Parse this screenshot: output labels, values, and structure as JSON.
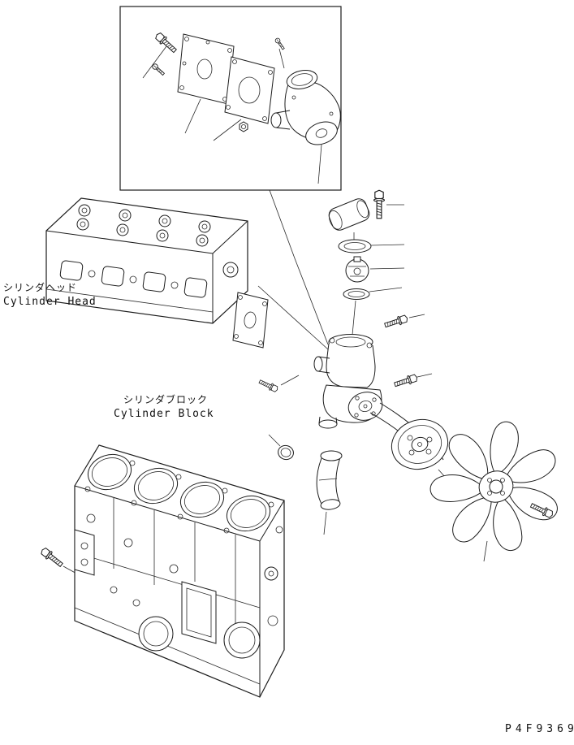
{
  "page": {
    "background": "#ffffff",
    "ink": "#1c1c1c",
    "part_code": "P4F9369"
  },
  "labels": {
    "cylinder_head_jp": "シリンダヘッド",
    "cylinder_head_en": "Cylinder Head",
    "cylinder_block_jp": "シリンダブロック",
    "cylinder_block_en": "Cylinder Block"
  },
  "figure": {
    "type": "exploded-parts-diagram",
    "subject": "engine cooling system",
    "components": [
      "water-pump-detail-box",
      "water-pump-gasket-plate",
      "water-pump-cover-plate",
      "water-pump-assembly",
      "water-outlet-elbow",
      "outlet-bolt",
      "thermostat-gasket",
      "thermostat",
      "thermostat-seal-ring",
      "thermostat-housing",
      "temperature-sensor",
      "cylinder-head",
      "head-side-gasket",
      "cylinder-block",
      "fan-pulley",
      "v-belt",
      "cooling-fan",
      "fan-bolt",
      "water-inlet-elbow",
      "o-ring",
      "block-bolt"
    ]
  }
}
